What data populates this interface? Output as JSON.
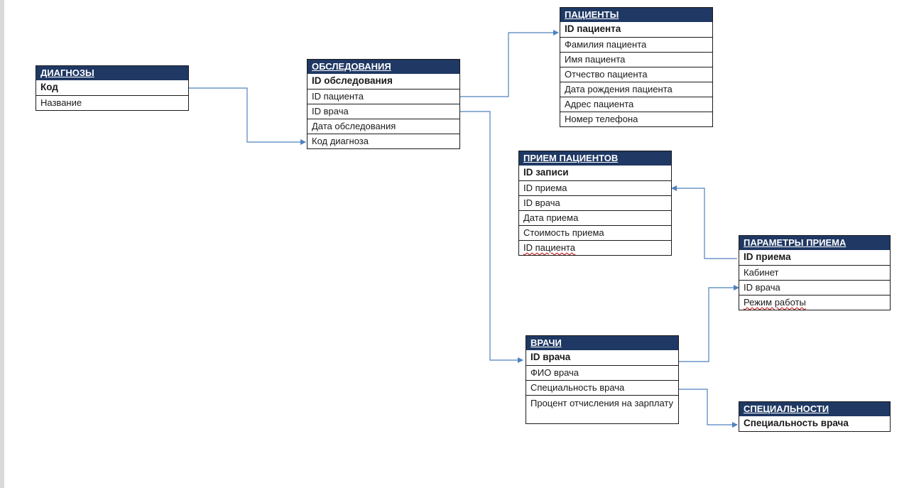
{
  "colors": {
    "header_bg": "#1f3864",
    "header_text": "#ffffff",
    "border": "#1a1a1a",
    "connector": "#4f81bd",
    "spellcheck": "#c00000"
  },
  "tables": {
    "diagnoses": {
      "title": "ДИАГНОЗЫ",
      "rows": [
        "Код",
        "Название"
      ]
    },
    "exams": {
      "title": "ОБСЛЕДОВАНИЯ",
      "rows": [
        "ID обследования",
        "ID пациента",
        "ID врача",
        "Дата обследования",
        "Код диагноза"
      ]
    },
    "patients": {
      "title": "ПАЦИЕНТЫ",
      "rows": [
        "ID пациента",
        "Фамилия пациента",
        "Имя пациента",
        "Отчество пациента",
        "Дата рождения пациента",
        "Адрес пациента",
        "Номер телефона"
      ]
    },
    "appointments": {
      "title": "ПРИЕМ ПАЦИЕНТОВ",
      "rows": [
        "ID записи",
        "ID приема",
        "ID врача",
        "Дата приема",
        "Стоимость приема",
        "ID пациента"
      ]
    },
    "appointment_params": {
      "title": "ПАРАМЕТРЫ ПРИЕМА",
      "rows": [
        "ID  приема",
        "Кабинет",
        "ID врача",
        "Режим работы"
      ]
    },
    "doctors": {
      "title": "ВРАЧИ",
      "rows": [
        "ID врача",
        "ФИО врача",
        "Специальность врача",
        "Процент отчисления на зарплату"
      ]
    },
    "specialties": {
      "title": "СПЕЦИАЛЬНОСТИ",
      "rows": [
        "Специальность врача"
      ]
    }
  }
}
